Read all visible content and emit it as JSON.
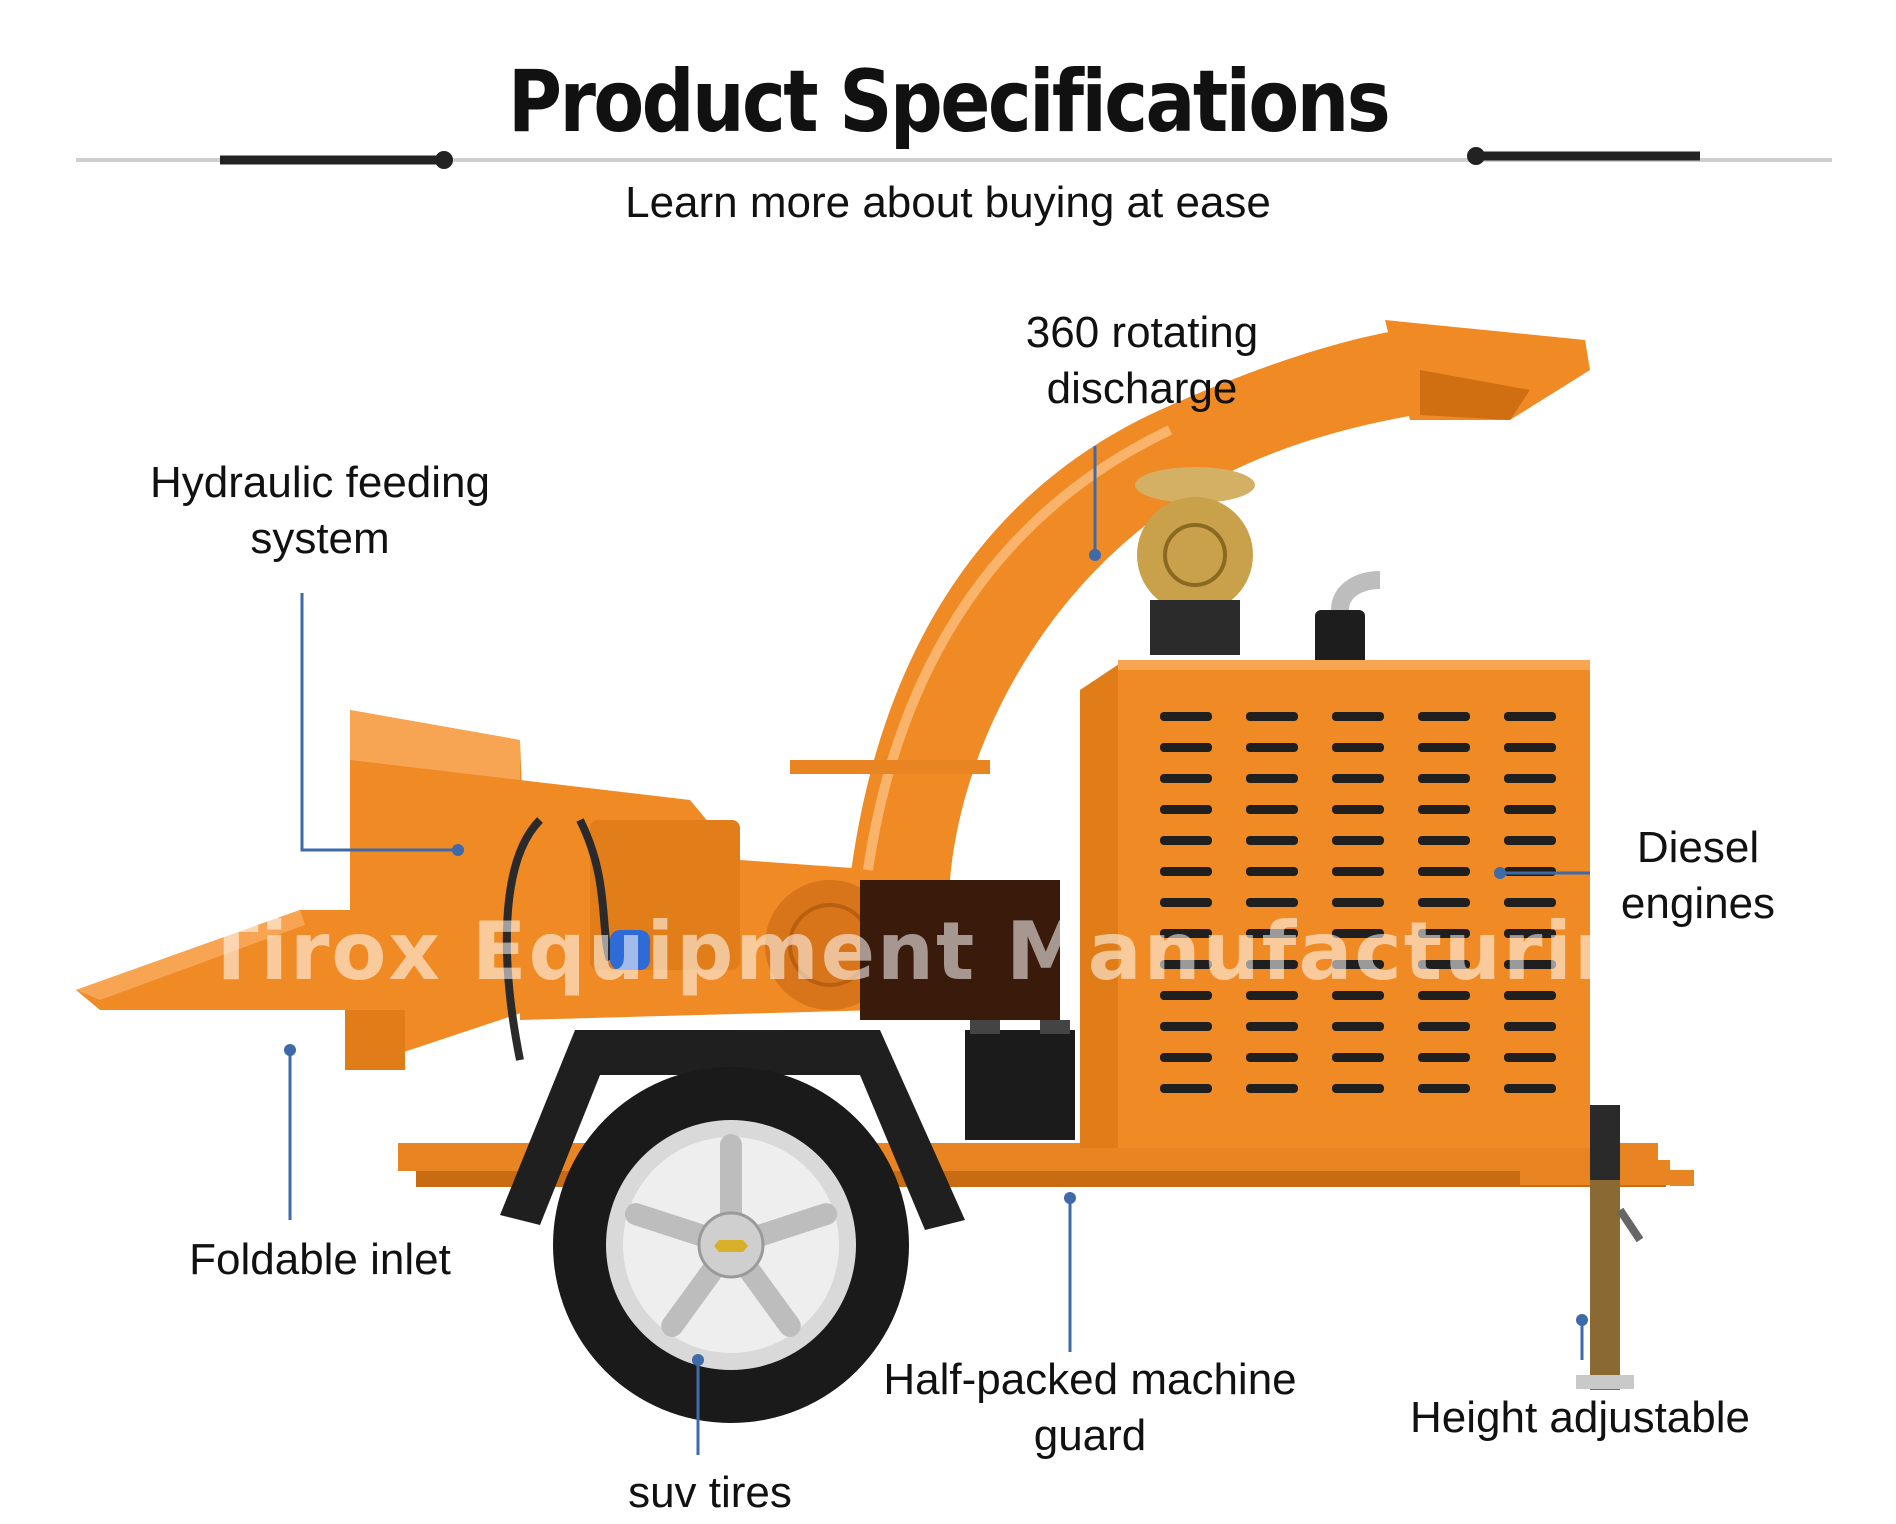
{
  "header": {
    "title": "Product Specifications",
    "subtitle": "Learn more about buying at ease"
  },
  "callouts": {
    "discharge": "360 rotating discharge",
    "hydraulic": "Hydraulic feeding system",
    "diesel": "Diesel engines",
    "foldable": "Foldable inlet",
    "guard": "Half-packed machine guard",
    "height": "Height adjustable",
    "tires": "suv tires"
  },
  "watermark": "Tirox Equipment Manufacturing",
  "colors": {
    "machine_orange": "#f08a24",
    "callout_line": "#3e6aa8",
    "divider": "#cfcfcf",
    "divider_accent": "#222222"
  }
}
